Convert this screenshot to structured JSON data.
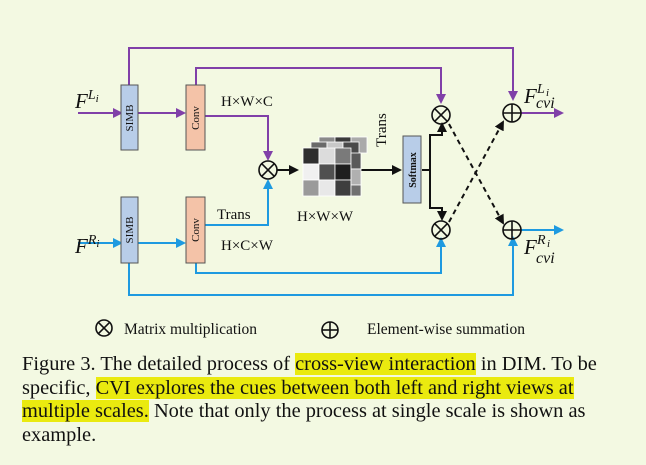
{
  "inputs": {
    "left_base": "F",
    "left_sup": "L",
    "left_sup_sub": "i",
    "right_base": "F",
    "right_sup": "R",
    "right_sup_sub": "i"
  },
  "outputs": {
    "top_base": "F",
    "top_sub": "cvi",
    "top_sup": "L",
    "top_sup_sub": "i",
    "bottom_base": "F",
    "bottom_sub": "cvi",
    "bottom_sup": "R",
    "bottom_sup_sub": "i"
  },
  "blocks": {
    "simb": "SIMB",
    "conv": "Conv",
    "softmax": "Softmax"
  },
  "labels": {
    "hwc": "H×W×C",
    "trans_lower": "Trans",
    "hcw": "H×C×W",
    "hwhw": "H×W×W",
    "trans_upper": "Trans"
  },
  "legend": {
    "mult_label": "Matrix multiplication",
    "sum_label": "Element-wise summation"
  },
  "caption": {
    "p1": "Figure 3. The detailed process of ",
    "h1": "cross-view interaction",
    "p2": " in DIM. To be specific, ",
    "h2": "CVI explores the cues between both left and right views at multiple scales.",
    "p3": " Note that only the process at single scale is shown as example."
  },
  "colors": {
    "background": "#f3f9e2",
    "left_path": "#8040a8",
    "right_path": "#1e9ae0",
    "simb_fill": "#b8cde8",
    "conv_fill": "#f4c3a8",
    "softmax_fill": "#b8cde8",
    "highlight": "#eaea0f"
  }
}
